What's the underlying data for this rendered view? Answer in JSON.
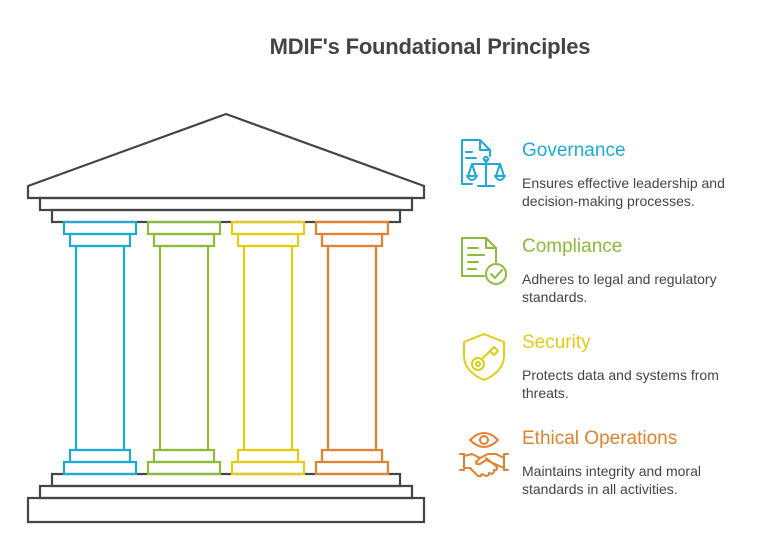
{
  "title": "MDIF's Foundational Principles",
  "diagram": {
    "type": "temple-pillars",
    "roof_color": "#444444"
  },
  "principles": [
    {
      "label": "Governance",
      "description": "Ensures effective leadership and decision-making processes.",
      "icon": "document-scales-icon",
      "color": "#1eaad6"
    },
    {
      "label": "Compliance",
      "description": "Adheres to legal and regulatory standards.",
      "icon": "document-check-icon",
      "color": "#8dbb3a"
    },
    {
      "label": "Security",
      "description": "Protects data and systems from threats.",
      "icon": "shield-key-icon",
      "color": "#e2cc14"
    },
    {
      "label": "Ethical Operations",
      "description": "Maintains integrity and moral standards in all activities.",
      "icon": "eye-handshake-icon",
      "color": "#e0822f"
    }
  ]
}
